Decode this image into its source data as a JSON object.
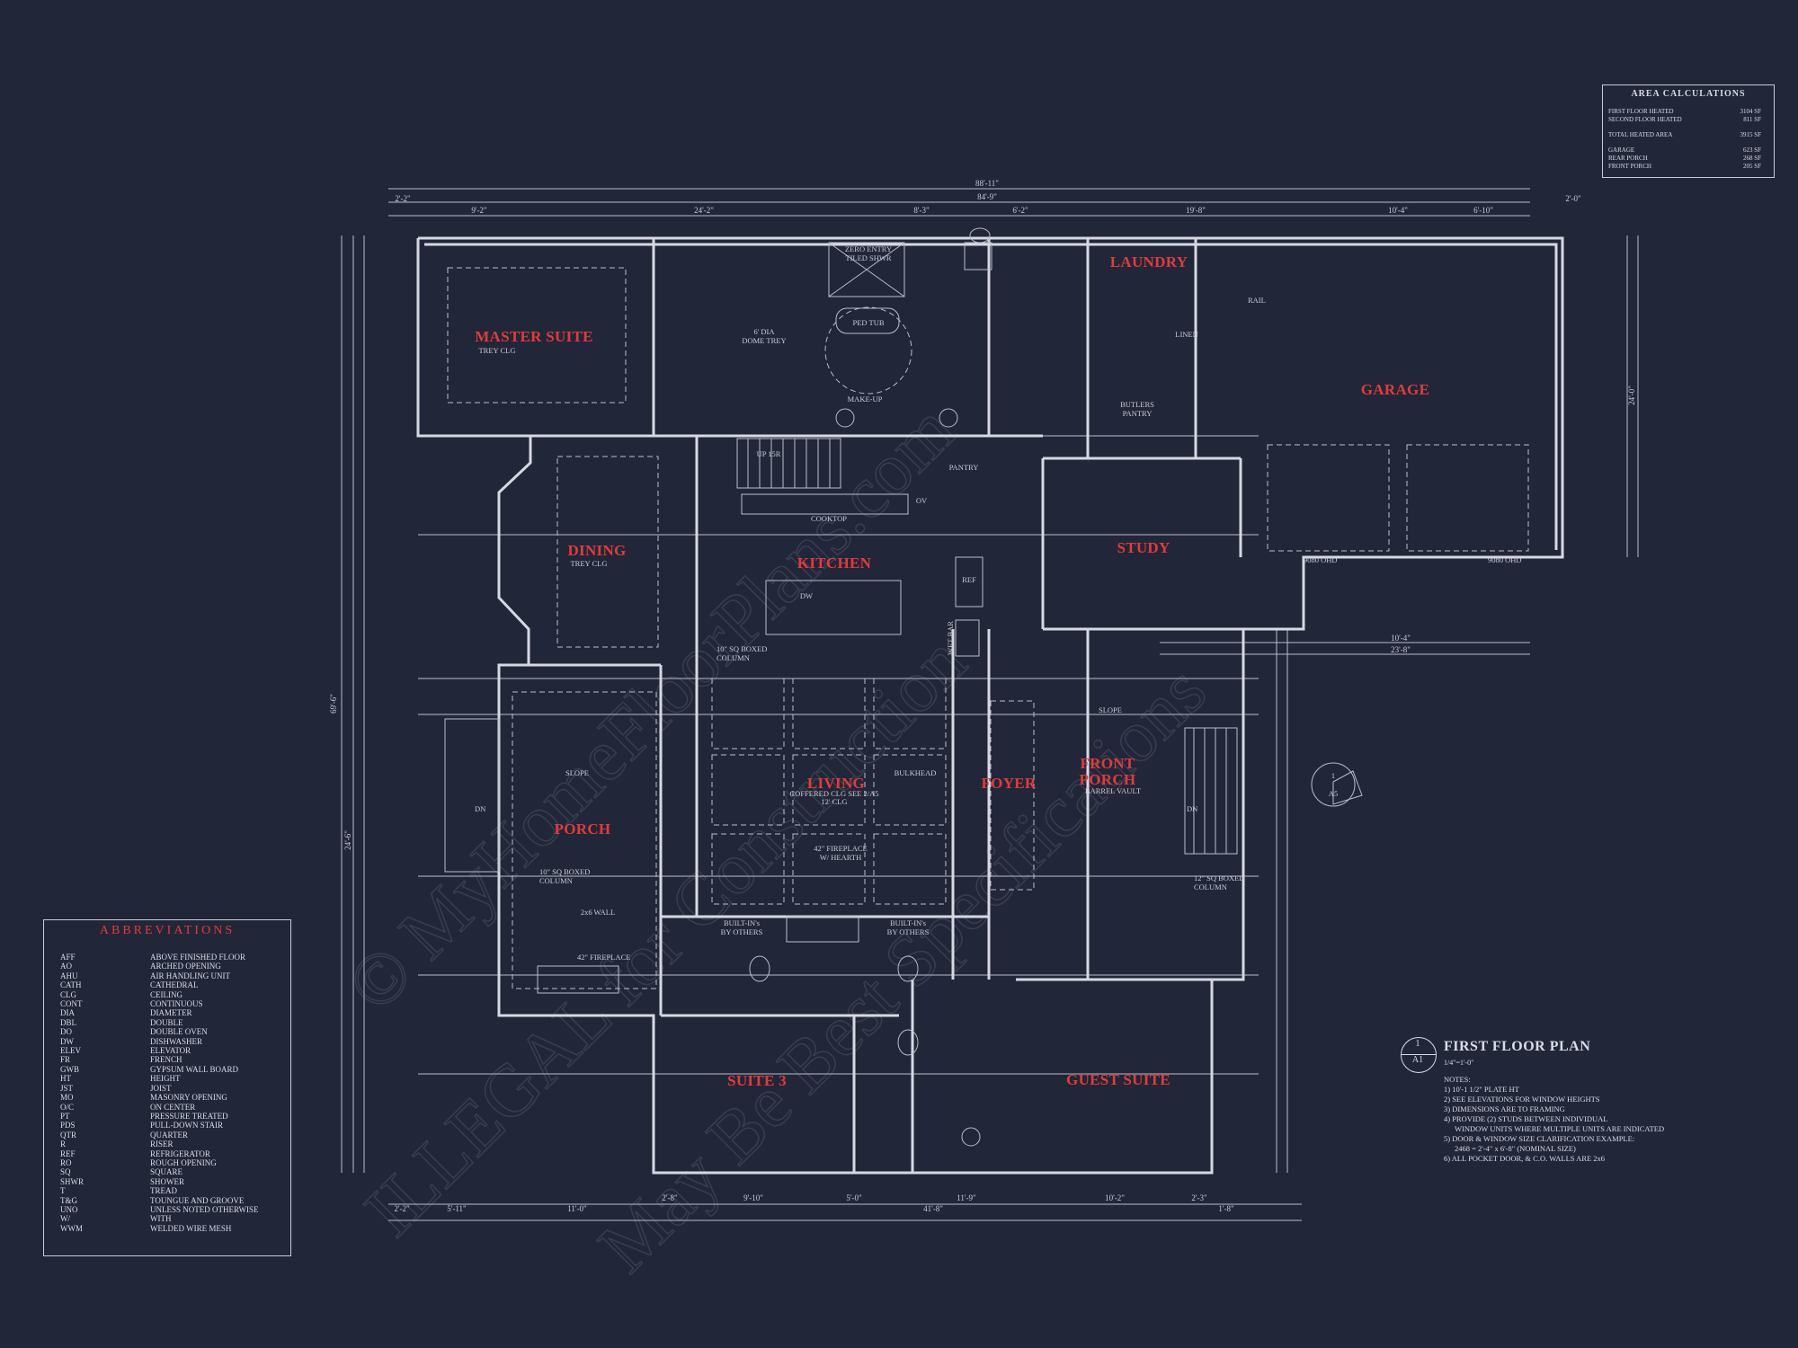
{
  "area": {
    "title": "AREA CALCULATIONS",
    "first_label": "FIRST FLOOR HEATED",
    "first_val": "3104 SF",
    "second_label": "SECOND FLOOR HEATED",
    "second_val": "811 SF",
    "total_label": "TOTAL HEATED AREA",
    "total_val": "3915 SF",
    "garage_label": "GARAGE",
    "garage_val": "623 SF",
    "rear_label": "REAR PORCH",
    "rear_val": "268 SF",
    "front_label": "FRONT PORCH",
    "front_val": "205 SF"
  },
  "rooms": {
    "master": "MASTER SUITE",
    "master_sub": "TREY CLG",
    "laundry": "LAUNDRY",
    "garage": "GARAGE",
    "dining": "DINING",
    "dining_sub": "TREY CLG",
    "kitchen": "KITCHEN",
    "study": "STUDY",
    "living": "LIVING",
    "living_sub1": "COFFERED CLG SEE 2/A5",
    "living_sub2": "12' CLG",
    "foyer": "FOYER",
    "front_porch_1": "FRONT",
    "front_porch_2": "PORCH",
    "front_porch_sub": "BARREL VAULT",
    "porch": "PORCH",
    "suite3": "SUITE 3",
    "guest": "GUEST SUITE"
  },
  "labels": {
    "ped_tub": "PED TUB",
    "zero_entry": "ZERO ENTRY",
    "tiled_shwr": "TILED SHWR",
    "dome": "6' DIA",
    "dome2": "DOME TREY",
    "makeup": "MAKE-UP",
    "linen": "LINEN",
    "butlers": "BUTLERS",
    "pantry_b": "PANTRY",
    "pantry": "PANTRY",
    "cooktop": "COOKTOP",
    "ov": "OV",
    "dw": "DW",
    "ref": "REF",
    "wet_bar": "WET BAR",
    "upper": "UP 15R",
    "column": "10\" SQ BOXED",
    "column2": "COLUMN",
    "bulkhead": "BULKHEAD",
    "fireplace": "42\" FIREPLACE",
    "hearth": "W/ HEARTH",
    "builtins": "BUILT-IN's",
    "byothers": "BY OTHERS",
    "wall": "2x6 WALL",
    "slope": "SLOPE",
    "ohd1": "9080 OHD",
    "ohd2": "9080 OHD",
    "rail": "RAIL",
    "dn": "DN",
    "twelve_col": "12\" SQ BOXED",
    "twelve_col2": "COLUMN",
    "fireplace_porch": "42\" FIREPLACE",
    "section_num": "1",
    "section_sheet": "A5"
  },
  "dimensions": {
    "overall_top": "88'-11\"",
    "top2": "84'-9\"",
    "bottom": "41'-8\"",
    "d1": "9'-2\"",
    "d2": "24'-2\"",
    "d3": "8'-3\"",
    "d4": "6'-2\"",
    "d5": "19'-8\"",
    "d6": "10'-4\"",
    "d7": "6'-10\"",
    "d8": "2'-2\"",
    "d9": "2'-0\"",
    "b1": "5'-11\"",
    "b2": "11'-0\"",
    "b3": "9'-10\"",
    "b4": "5'-0\"",
    "b5": "11'-9\"",
    "b6": "10'-2\"",
    "b7": "2'-3\"",
    "b8": "1'-8\"",
    "b9": "2'-8\"",
    "left": "69'-6\"",
    "left2": "24'-6\"",
    "right": "24'-0\"",
    "g1": "23'-8\"",
    "g2": "10'-4\""
  },
  "title": {
    "num": "1",
    "sheet": "A1",
    "name": "FIRST FLOOR PLAN",
    "scale": "1/4\"=1'-0\"",
    "notes_head": "NOTES:",
    "n1": "1) 10'-1 1/2\" PLATE HT",
    "n2": "2) SEE ELEVATIONS FOR WINDOW HEIGHTS",
    "n3": "3) DIMENSIONS ARE TO FRAMING",
    "n4": "4) PROVIDE (2) STUDS BETWEEN INDIVIDUAL",
    "n4b": "WINDOW UNITS WHERE MULTIPLE UNITS ARE INDICATED",
    "n5": "5) DOOR & WINDOW SIZE CLARIFICATION EXAMPLE:",
    "n5b": "2468 = 2'-4\" x 6'-8\" (NOMINAL SIZE)",
    "n6": "6) ALL POCKET DOOR, & C.O. WALLS ARE 2x6"
  },
  "abbreviations": {
    "title": "ABBREVIATIONS",
    "items": [
      [
        "AFF",
        "ABOVE FINISHED FLOOR"
      ],
      [
        "AO",
        "ARCHED OPENING"
      ],
      [
        "AHU",
        "AIR HANDLING UNIT"
      ],
      [
        "CATH",
        "CATHEDRAL"
      ],
      [
        "CLG",
        "CEILING"
      ],
      [
        "CONT",
        "CONTINUOUS"
      ],
      [
        "DIA",
        "DIAMETER"
      ],
      [
        "DBL",
        "DOUBLE"
      ],
      [
        "DO",
        "DOUBLE OVEN"
      ],
      [
        "DW",
        "DISHWASHER"
      ],
      [
        "ELEV",
        "ELEVATOR"
      ],
      [
        "FR",
        "FRENCH"
      ],
      [
        "GWB",
        "GYPSUM WALL BOARD"
      ],
      [
        "HT",
        "HEIGHT"
      ],
      [
        "JST",
        "JOIST"
      ],
      [
        "MO",
        "MASONRY OPENING"
      ],
      [
        "O/C",
        "ON CENTER"
      ],
      [
        "PT",
        "PRESSURE TREATED"
      ],
      [
        "PDS",
        "PULL-DOWN STAIR"
      ],
      [
        "QTR",
        "QUARTER"
      ],
      [
        "R",
        "RISER"
      ],
      [
        "REF",
        "REFRIGERATOR"
      ],
      [
        "RO",
        "ROUGH OPENING"
      ],
      [
        "SQ",
        "SQUARE"
      ],
      [
        "SHWR",
        "SHOWER"
      ],
      [
        "T",
        "TREAD"
      ],
      [
        "T&G",
        "TOUNGUE AND GROOVE"
      ],
      [
        "UNO",
        "UNLESS NOTED OTHERWISE"
      ],
      [
        "W/",
        "WITH"
      ],
      [
        "WWM",
        "WELDED WIRE MESH"
      ]
    ]
  },
  "watermark": {
    "line1": "© MyHomeFloorPlans.com",
    "line2": "ILLEGAL for Construction",
    "line3": "May Be Best Specifications"
  }
}
